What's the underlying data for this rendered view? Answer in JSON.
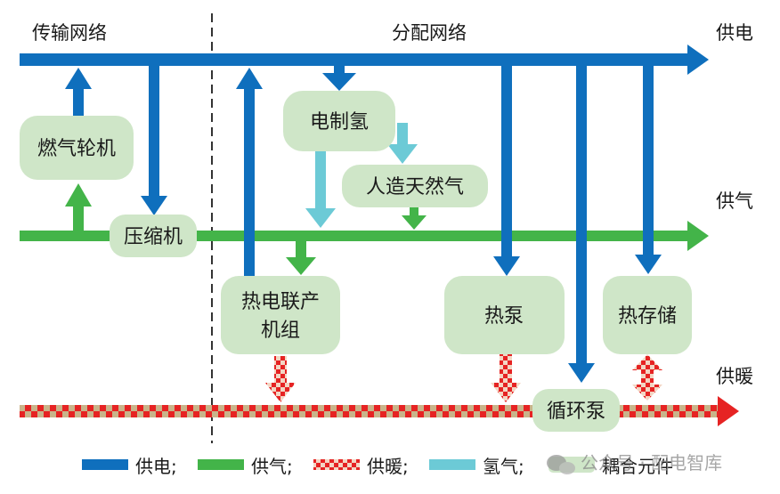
{
  "colors": {
    "electric": "#0f6fbd",
    "gas": "#43b449",
    "heat": "#e62323",
    "heat_pattern": "#c9b48a",
    "hydrogen": "#6ccad6",
    "node_fill": "#cfe6c8"
  },
  "regions": {
    "transmission": "传输网络",
    "distribution": "分配网络"
  },
  "buses": {
    "power": "供电",
    "gas": "供气",
    "heat": "供暖"
  },
  "nodes": {
    "gas_turbine": "燃气轮机",
    "compressor": "压缩机",
    "electrolysis": "电制氢",
    "synthetic_gas": "人造天然气",
    "chp_line1": "热电联产",
    "chp_line2": "机组",
    "heat_pump": "热泵",
    "heat_storage": "热存储",
    "circ_pump": "循环泵"
  },
  "legend": [
    {
      "key": "electric",
      "label": "供电;"
    },
    {
      "key": "gas",
      "label": "供气;"
    },
    {
      "key": "heat",
      "label": "供暖;"
    },
    {
      "key": "hydrogen",
      "label": "氢气;"
    },
    {
      "key": "coupling",
      "label": "耦合元件"
    }
  ],
  "watermark": "公众号 · 配电智库"
}
